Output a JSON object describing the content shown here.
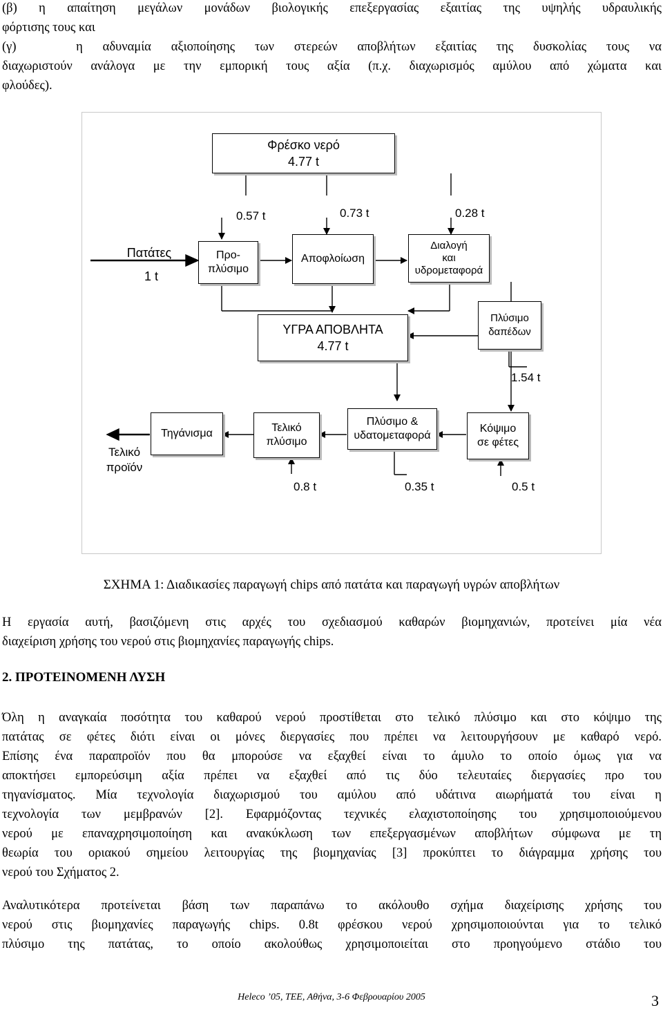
{
  "intro_lines": [
    "(β) η απαίτηση μεγάλων μονάδων βιολογικής επεξεργασίας εξαιτίας της υψηλής υδραυλικής",
    "φόρτισης τους και",
    "(γ)   η αδυναμία αξιοποίησης των στερεών αποβλήτων εξαιτίας της δυσκολίας τους να",
    "διαχωριστούν ανάλογα με την εμπορική τους αξία (π.χ. διαχωρισμός αμύλου από χώματα και",
    "φλούδες)."
  ],
  "diagram": {
    "fresh_water": {
      "title": "Φρέσκο νερό",
      "amount": "4.77 t"
    },
    "potatoes": {
      "title": "Πατάτες",
      "amount": "1 t"
    },
    "prewash": {
      "line1": "Προ-",
      "line2": "πλύσιμο"
    },
    "peeling": "Αποφλοίωση",
    "sorting": {
      "line1": "Διαλογή",
      "line2": "και",
      "line3": "υδρομεταφορά"
    },
    "liquid_waste": {
      "title": "ΥΓΡΑ ΑΠΟΒΛΗΤΑ",
      "amount": "4.77 t"
    },
    "floor_wash": {
      "line1": "Πλύσιμο",
      "line2": "δαπέδων"
    },
    "frying": "Τηγάνισμα",
    "final_wash": {
      "line1": "Τελικό",
      "line2": "πλύσιμο"
    },
    "wash_transport": {
      "line1": "Πλύσιμο &",
      "line2": "υδατομεταφορά"
    },
    "slicing": {
      "line1": "Κόψιμο",
      "line2": "σε φέτες"
    },
    "final_product": {
      "line1": "Τελικό",
      "line2": "προϊόν"
    },
    "flows": {
      "to_prewash": "0.57 t",
      "to_peeling": "0.73 t",
      "to_sorting": "0.28 t",
      "floor_wash": "1.54 t",
      "final_wash": "0.8 t",
      "wash_transport": "0.35 t",
      "slicing": "0.5 t"
    }
  },
  "caption": {
    "label": "ΣΧΗΜΑ 1:",
    "text": " Διαδικασίες παραγωγή chips από πατάτα και παραγωγή υγρών αποβλήτων"
  },
  "para1": [
    "Η εργασία αυτή, βασιζόμενη στις αρχές του σχεδιασμού καθαρών βιομηχανιών, προτείνει μία νέα",
    "διαχείριση χρήσης του νερού στις βιομηχανίες παραγωγής chips."
  ],
  "heading": "2. ΠΡΟΤΕΙΝΟΜΕΝΗ ΛΥΣΗ",
  "para2": [
    "Όλη η αναγκαία ποσότητα του καθαρού νερού προστίθεται στο τελικό πλύσιμο και στο κόψιμο της",
    "πατάτας σε φέτες διότι είναι οι μόνες διεργασίες που πρέπει να λειτουργήσουν με καθαρό νερό.",
    "Επίσης ένα παραπροϊόν που θα μπορούσε να εξαχθεί είναι το άμυλο το οποίο όμως για να",
    "αποκτήσει εμπορεύσιμη αξία πρέπει να εξαχθεί από τις δύο τελευταίες διεργασίες προ του",
    "τηγανίσματος. Μία τεχνολογία διαχωρισμού του αμύλου από υδάτινα αιωρήματά του είναι η",
    "τεχνολογία των μεμβρανών [2]. Εφαρμόζοντας τεχνικές ελαχιστοποίησης του χρησιμοποιούμενου",
    "νερού με επαναχρησιμοποίηση και ανακύκλωση των επεξεργασμένων αποβλήτων σύμφωνα με τη",
    "θεωρία του οριακού σημείου λειτουργίας της βιομηχανίας [3] προκύπτει το διάγραμμα χρήσης του",
    "νερού του Σχήματος 2."
  ],
  "para3": [
    "Αναλυτικότερα προτείνεται βάση των παραπάνω το ακόλουθο σχήμα διαχείρισης χρήσης του",
    "νερού στις βιομηχανίες παραγωγής chips. 0.8t φρέσκου νερού χρησιμοποιούνται για το τελικό",
    "πλύσιμο της πατάτας, το οποίο ακολούθως χρησιμοποιείται στο προηγούμενο στάδιο του"
  ],
  "footer": "Heleco ’05, ΤΕΕ, Αθήνα, 3-6 Φεβρουαρίου 2005",
  "page_number": "3"
}
